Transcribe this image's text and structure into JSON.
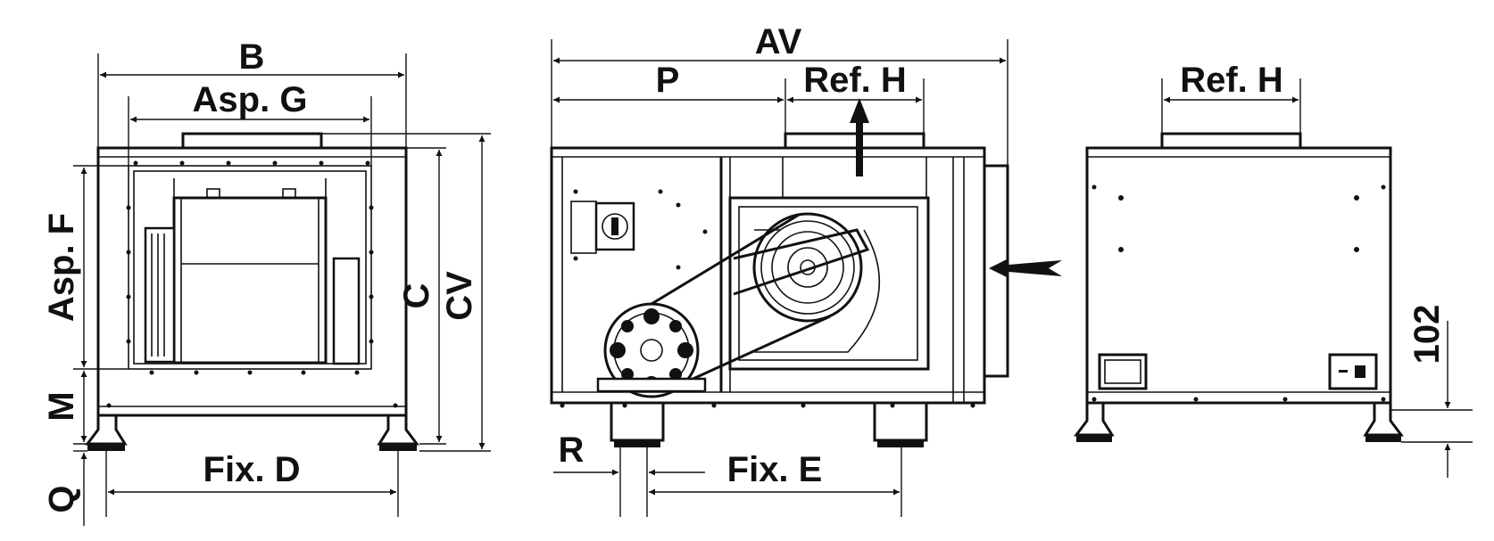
{
  "diagram": {
    "labels": {
      "B": "B",
      "asp_g": "Asp. G",
      "asp_f": "Asp. F",
      "m": "M",
      "q": "Q",
      "c": "C",
      "cv": "CV",
      "fix_d": "Fix. D",
      "av": "AV",
      "p": "P",
      "ref_h_side": "Ref. H",
      "r": "R",
      "fix_e": "Fix. E",
      "ref_h_back": "Ref. H",
      "dim_102": "102"
    }
  }
}
